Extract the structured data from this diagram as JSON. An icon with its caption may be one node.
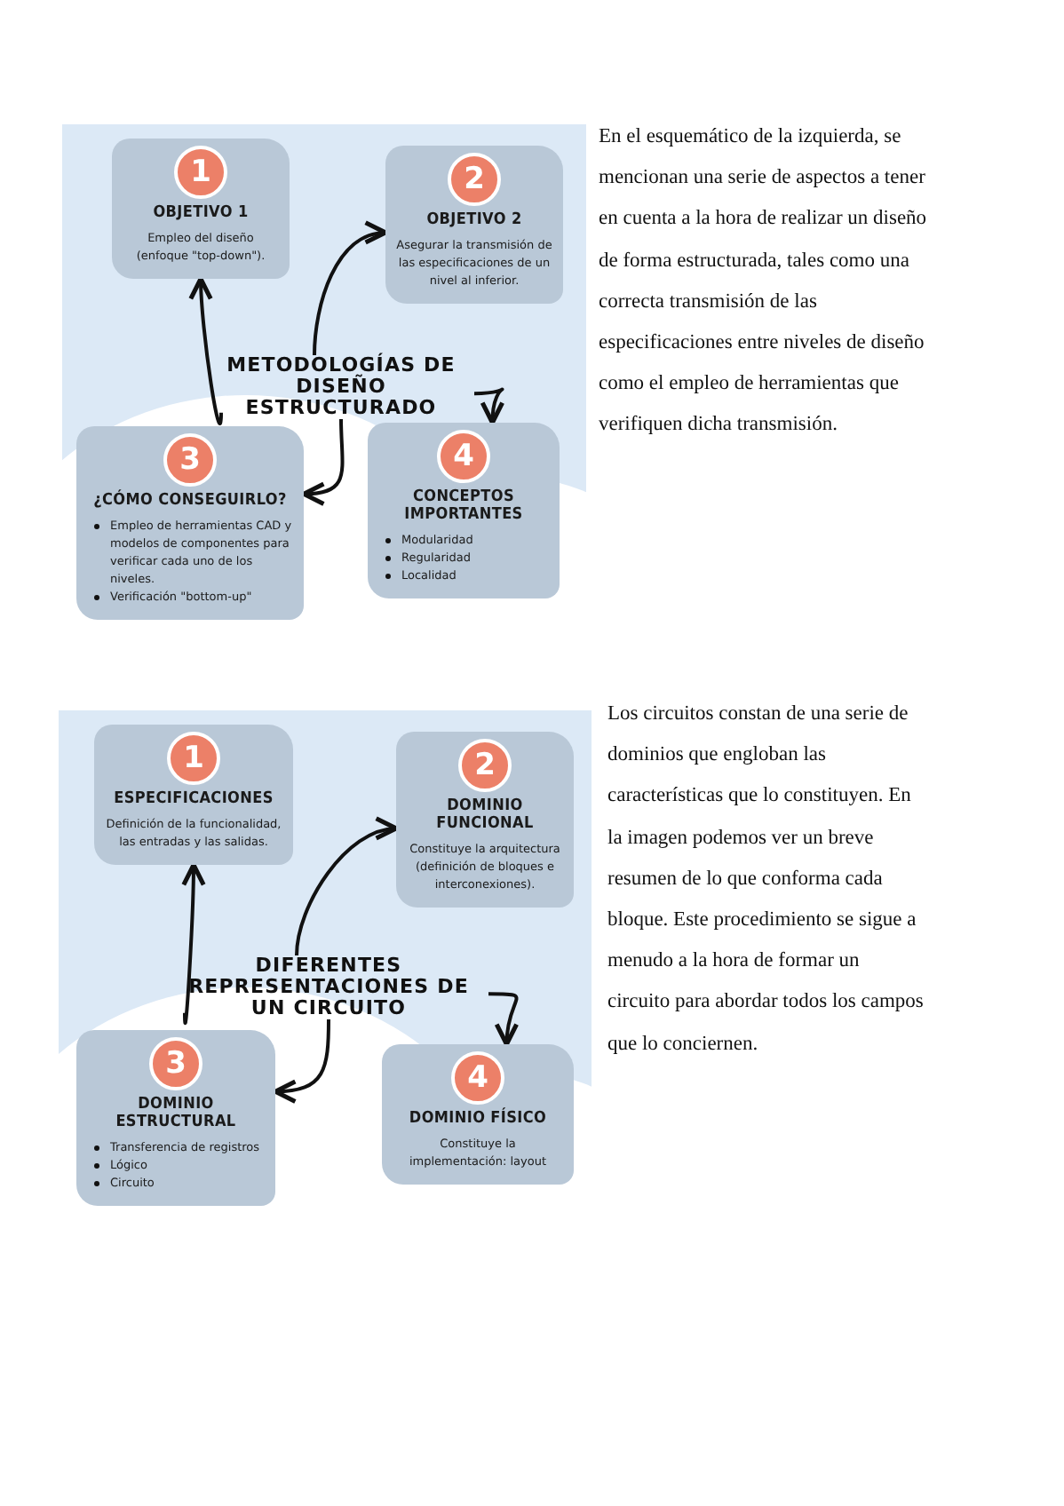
{
  "diagram": {
    "nodes": [
      {
        "text": [],
        "shape": "box"
      },
      {
        "text": [
          "METODOLOGÍAS DE DISEÑO ESTRUCTURADO"
        ],
        "in": 0
      },
      {
        "text": [
          "1",
          "OBJETIVO 1",
          "Empleo del diseño (enfoque \"top-down\")."
        ],
        "in": 0
      },
      {
        "text": [
          "2",
          "OBJETIVO 2",
          "Asegurar la transmisión de las especificaciones de un nivel al inferior."
        ],
        "in": 0
      },
      {
        "text": [
          "3",
          "¿CÓMO CONSEGUIRLO?",
          "Empleo de herramientas CAD y modelos de componentes para verificar cada uno de los niveles.",
          "Verificación \"bottom-up\""
        ],
        "in": 0
      },
      {
        "text": [
          "4",
          "CONCEPTOS IMPORTANTES",
          "Modularidad",
          "Regularidad",
          "Localidad"
        ],
        "in": 0
      },
      {
        "text": [],
        "shape": "box"
      },
      {
        "text": [
          "DIFERENTES REPRESENTACIONES DE UN CIRCUITO"
        ],
        "in": 6
      },
      {
        "text": [
          "1",
          "ESPECIFICACIONES",
          "Definición de la funcionalidad, las entradas y las salidas."
        ],
        "in": 6
      },
      {
        "text": [
          "2",
          "DOMINIO FUNCIONAL",
          "Constituye la arquitectura (definición de bloques e interconexiones)."
        ],
        "in": 6
      },
      {
        "text": [
          "3",
          "DOMINIO ESTRUCTURAL",
          "Transferencia de registros",
          "Lógico",
          "Circuito"
        ],
        "in": 6
      },
      {
        "text": [
          "4",
          "DOMINIO FÍSICO",
          "Constituye la implementación: layout"
        ],
        "in": 6
      }
    ],
    "edges": [
      {
        "from": 1,
        "to": 2,
        "arrow": "to"
      },
      {
        "from": 1,
        "to": 3,
        "arrow": "to"
      },
      {
        "from": 1,
        "to": 4,
        "arrow": "to"
      },
      {
        "from": 1,
        "to": 5,
        "arrow": "to"
      },
      {
        "from": 7,
        "to": 8,
        "arrow": "to"
      },
      {
        "from": 7,
        "to": 9,
        "arrow": "to"
      },
      {
        "from": 7,
        "to": 10,
        "arrow": "to"
      },
      {
        "from": 7,
        "to": 11,
        "arrow": "to"
      }
    ],
    "labels": [
      "En el esquemático de la izquierda, se mencionan una serie de aspectos a tener en cuenta a la hora de realizar un diseño de forma estructurada, tales como una correcta transmisión de las especificaciones entre niveles de diseño como el empleo de herramientas que verifiquen dicha transmisión.",
      "Los circuitos constan de una serie de dominios que engloban las características que lo constituyen. En la imagen podemos ver un breve resumen de lo que conforma cada bloque. Este procedimiento se sigue a menudo a la hora de formar un circuito para abordar todos los campos que lo conciernen."
    ]
  }
}
